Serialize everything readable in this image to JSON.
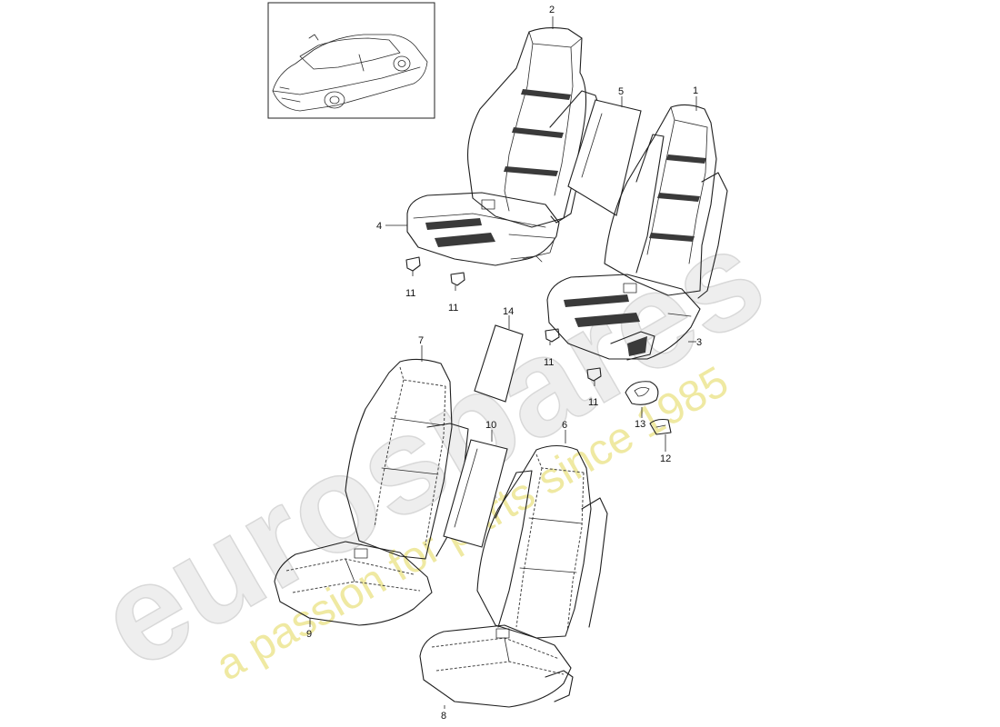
{
  "watermark": {
    "logo": "eurospares",
    "tagline": "a passion for parts since 1985",
    "logo_color": "#eeeeee",
    "tagline_color": "#efe9a2"
  },
  "callouts": {
    "p1": "1",
    "p2": "2",
    "p3": "3",
    "p4": "4",
    "p5": "5",
    "p6": "6",
    "p7": "7",
    "p8": "8",
    "p9": "9",
    "p10": "10",
    "p11a": "11",
    "p11b": "11",
    "p11c": "11",
    "p11d": "11",
    "p12": "12",
    "p13": "13",
    "p14": "14"
  },
  "colors": {
    "line": "#1f1f1f",
    "background": "#ffffff"
  }
}
